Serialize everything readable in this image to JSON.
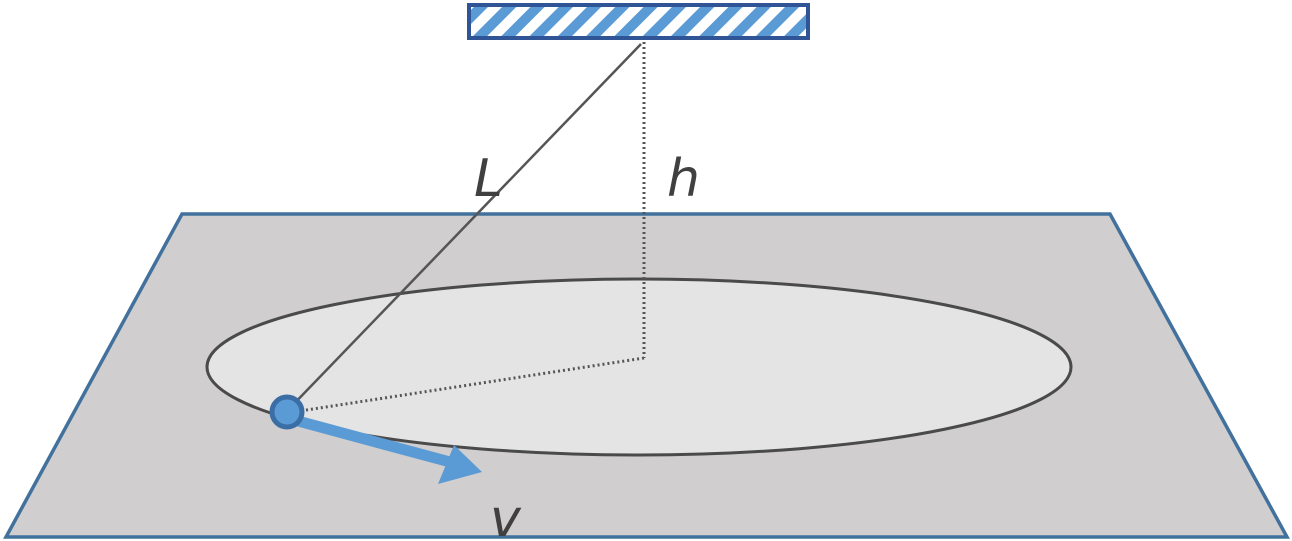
{
  "labels": {
    "length": "L",
    "height": "h",
    "velocity": "v"
  },
  "colors": {
    "plane_fill": "#d0cece",
    "plane_stroke": "#41719c",
    "orbit_fill": "#e4e4e4",
    "orbit_stroke": "#4a4a4a",
    "string": "#555555",
    "bob_fill": "#5b9bd5",
    "bob_stroke": "#3a6ea5",
    "arrow": "#5b9bd5",
    "support_stripe": "#5b9bd5",
    "support_frame": "#2f5597",
    "label_text": "#404040"
  },
  "icons": {
    "support": "hatched-ceiling-support",
    "bob": "pendulum-bob",
    "velocity": "velocity-arrow"
  }
}
